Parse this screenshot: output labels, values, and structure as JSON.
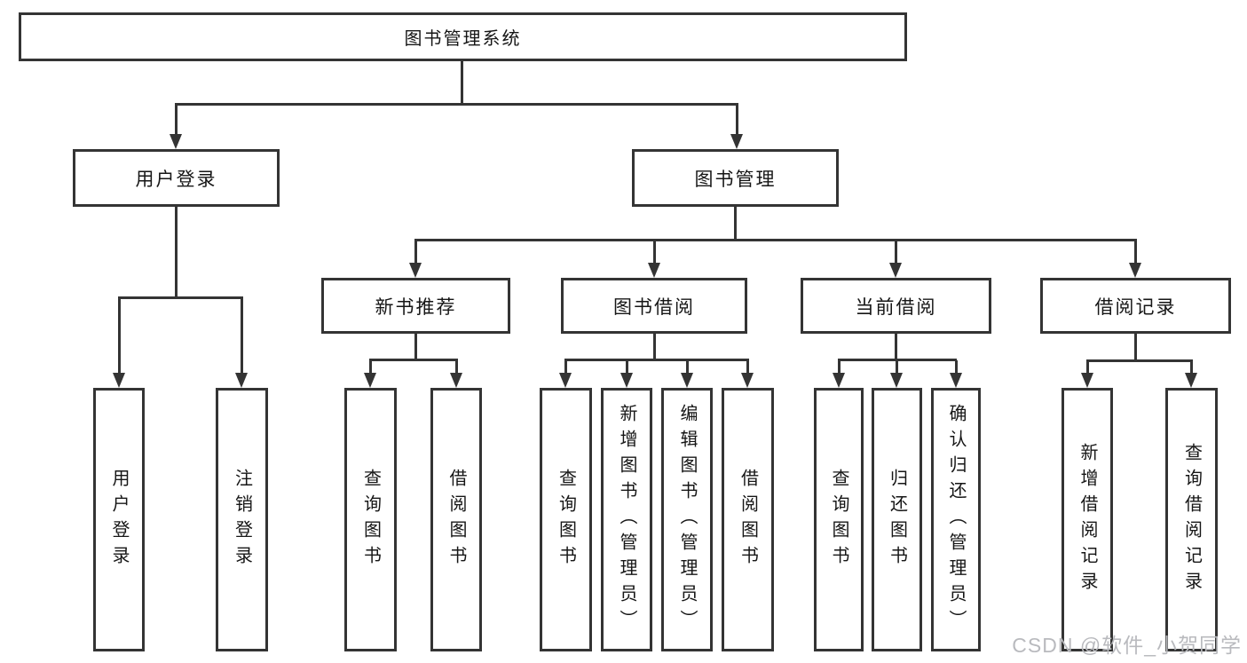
{
  "tree": {
    "label": "图书管理系统",
    "children": [
      {
        "label": "用户登录",
        "children": [
          {
            "label": "用户登录"
          },
          {
            "label": "注销登录"
          }
        ]
      },
      {
        "label": "图书管理",
        "children": [
          {
            "label": "新书推荐",
            "children": [
              {
                "label": "查询图书"
              },
              {
                "label": "借阅图书"
              }
            ]
          },
          {
            "label": "图书借阅",
            "children": [
              {
                "label": "查询图书"
              },
              {
                "label": "新增图书（管理员）"
              },
              {
                "label": "编辑图书（管理员）"
              },
              {
                "label": "借阅图书"
              }
            ]
          },
          {
            "label": "当前借阅",
            "children": [
              {
                "label": "查询图书"
              },
              {
                "label": "归还图书"
              },
              {
                "label": "确认归还（管理员）"
              }
            ]
          },
          {
            "label": "借阅记录",
            "children": [
              {
                "label": "新增借阅记录"
              },
              {
                "label": "查询借阅记录"
              }
            ]
          }
        ]
      }
    ]
  },
  "watermark": {
    "text": "CSDN @软件_小贺同学"
  },
  "colors": {
    "line": "#343434",
    "text": "#161616",
    "background": "#ffffff",
    "watermark": "#b9babe"
  }
}
